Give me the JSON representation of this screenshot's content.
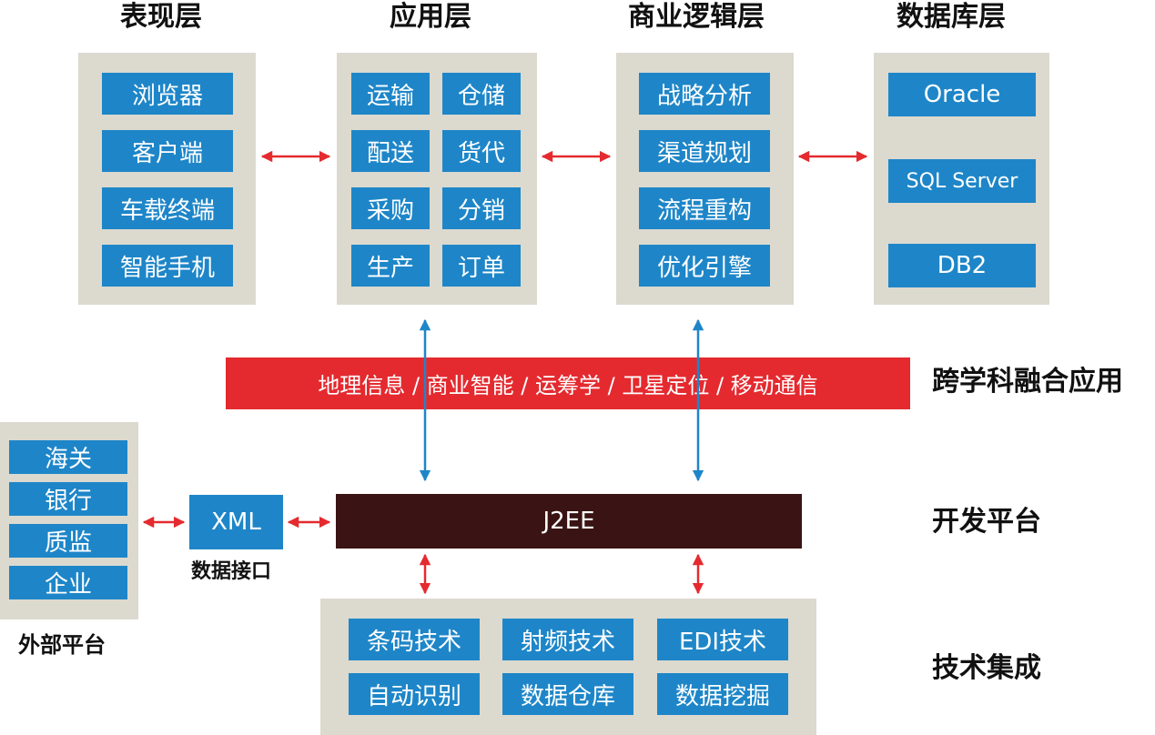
{
  "layers": {
    "presentation": {
      "title": "表现层",
      "items": [
        "浏览器",
        "客户端",
        "车载终端",
        "智能手机"
      ]
    },
    "application": {
      "title": "应用层",
      "items": [
        "运输",
        "仓储",
        "配送",
        "货代",
        "采购",
        "分销",
        "生产",
        "订单"
      ]
    },
    "business": {
      "title": "商业逻辑层",
      "items": [
        "战略分析",
        "渠道规划",
        "流程重构",
        "优化引擎"
      ]
    },
    "database": {
      "title": "数据库层",
      "items": [
        "Oracle",
        "SQL Server",
        "DB2"
      ]
    }
  },
  "cross_discipline": {
    "bar_text": "地理信息 / 商业智能 / 运筹学 / 卫星定位 / 移动通信",
    "label": "跨学科融合应用"
  },
  "dev_platform": {
    "bar_text": "J2EE",
    "label": "开发平台"
  },
  "external_platform": {
    "items": [
      "海关",
      "银行",
      "质监",
      "企业"
    ],
    "label": "外部平台"
  },
  "data_interface": {
    "box_text": "XML",
    "label": "数据接口"
  },
  "tech_integration": {
    "items": [
      "条码技术",
      "射频技术",
      "EDI技术",
      "自动识别",
      "数据仓库",
      "数据挖掘"
    ],
    "label": "技术集成"
  },
  "colors": {
    "panel": "#dcd9cf",
    "blue_box": "#1e86c8",
    "red_bar": "#e42a2f",
    "dark_bar": "#3a1414",
    "red_arrow": "#e42a2f",
    "blue_arrow": "#1e86c8"
  }
}
